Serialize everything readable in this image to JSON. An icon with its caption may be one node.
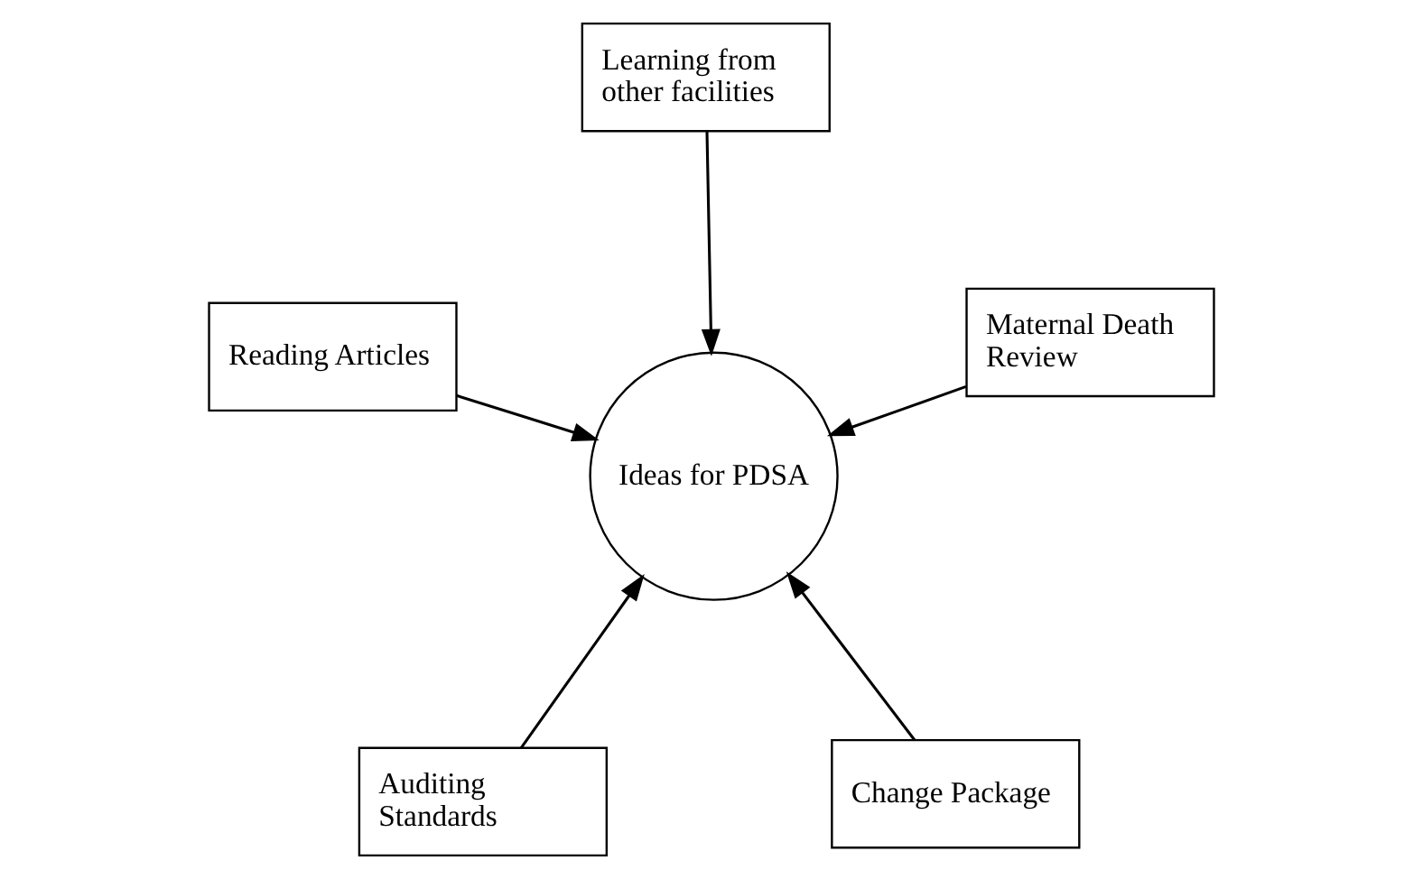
{
  "diagram": {
    "nodes": [
      {
        "text": [
          "Auditing Standards"
        ]
      },
      {
        "text": [
          "Change Package"
        ]
      },
      {
        "text": [
          "Ideas for PDSA"
        ]
      },
      {
        "text": [
          "Learning from other facilities"
        ]
      },
      {
        "text": [
          "Maternal Death Review"
        ]
      },
      {
        "text": [
          "Reading Articles"
        ]
      }
    ],
    "edges": [
      {
        "from": 0,
        "to": 2,
        "arrow": "to"
      },
      {
        "from": 1,
        "to": 2,
        "arrow": "to"
      },
      {
        "from": 3,
        "to": 2,
        "arrow": "to"
      },
      {
        "from": 4,
        "to": 2,
        "arrow": "to"
      },
      {
        "from": 5,
        "to": 2,
        "arrow": "to"
      }
    ]
  }
}
